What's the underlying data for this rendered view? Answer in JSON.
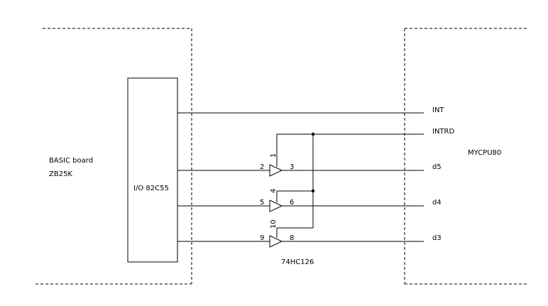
{
  "left_board": {
    "line1": "BASIC board",
    "line2": "ZB25K"
  },
  "right_board": {
    "label": "MYCPU80"
  },
  "ic": {
    "label": "I/O 82C55"
  },
  "buffer_chip": {
    "label": "74HC126"
  },
  "signals": {
    "int": "INT",
    "intrd": "INTRD",
    "d5": "d5",
    "d4": "d4",
    "d3": "d3"
  },
  "gates": [
    {
      "enable_pin": "1",
      "in_pin": "2",
      "out_pin": "3"
    },
    {
      "enable_pin": "4",
      "in_pin": "5",
      "out_pin": "6"
    },
    {
      "enable_pin": "10",
      "in_pin": "9",
      "out_pin": "8"
    }
  ]
}
